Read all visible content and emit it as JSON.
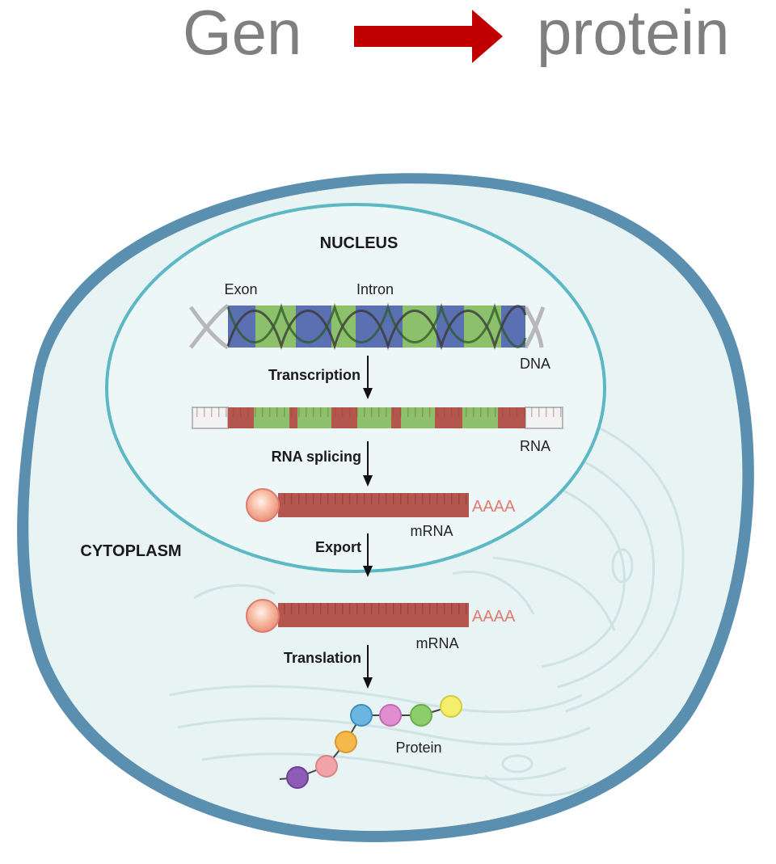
{
  "title": {
    "left": "Gen",
    "right": "protein"
  },
  "compartments": {
    "nucleus": "NUCLEUS",
    "cytoplasm": "CYTOPLASM"
  },
  "dna_labels": {
    "exon": "Exon",
    "intron": "Intron",
    "dna": "DNA"
  },
  "rna_label": "RNA",
  "steps": {
    "transcription": "Transcription",
    "splicing": "RNA splicing",
    "export": "Export",
    "translation": "Translation"
  },
  "mrna": {
    "label": "mRNA",
    "poly_a": "AAAA"
  },
  "protein_label": "Protein",
  "colors": {
    "arrow": "#c00000",
    "exon": "#5b6fb3",
    "intron": "#8cc06a",
    "rna_exon": "#b5564e",
    "cell_membrane": "#5a8fb0",
    "nucleus_membrane": "#5bb8c4",
    "cytoplasm": "#e8f3f3"
  }
}
